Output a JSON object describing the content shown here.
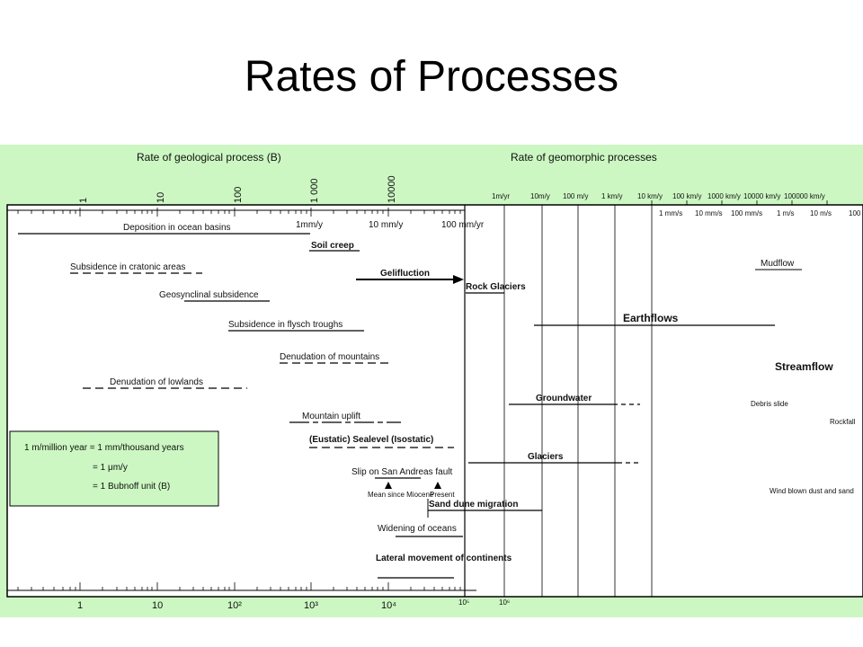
{
  "slide_title": "Rates of Processes",
  "header": {
    "geological": "Rate of geological process (B)",
    "geomorphic": "Rate of geomorphic processes"
  },
  "top_ticks": [
    "1",
    "10",
    "100",
    "1 000",
    "10000"
  ],
  "geomorphic_ticks_row1": [
    "1m/yr",
    "10m/y",
    "100 m/y",
    "1 km/y",
    "10 km/y",
    "100 km/y",
    "1000 km/y",
    "10000 km/y",
    "100000 km/y"
  ],
  "geomorphic_ticks_row2": [
    "1 mm/s",
    "10 mm/s",
    "100 mm/s",
    "1 m/s",
    "10 m/s",
    "100"
  ],
  "rate_markers": [
    "1mm/y",
    "10 mm/y",
    "100 mm/yr"
  ],
  "geological_processes": [
    "Deposition in ocean basins",
    "Soil creep",
    "Subsidence in cratonic areas",
    "Gelifluction",
    "Geosynclinal subsidence",
    "Subsidence in flysch troughs",
    "Denudation of mountains",
    "Denudation of lowlands",
    "Mountain uplift",
    "(Eustatic) Sealevel (Isostatic)",
    "Slip on San Andreas fault",
    "Mean since Miocene",
    "Present",
    "Widening of oceans",
    "Lateral movement of continents"
  ],
  "geomorphic_processes": [
    "Rock Glaciers",
    "Mudflow",
    "Earthflows",
    "Streamflow",
    "Groundwater",
    "Debris slide",
    "Rockfall",
    "Glaciers",
    "Sand dune migration",
    "Wind blown dust and sand"
  ],
  "legend": {
    "line1": "1 m/million year = 1 mm/thousand years",
    "line2": "= 1 μm/y",
    "line3": "= 1 Bubnoff unit (B)"
  },
  "bottom_axis": [
    "1",
    "10",
    "10²",
    "10³",
    "10⁴",
    "10⁵",
    "10⁶"
  ]
}
